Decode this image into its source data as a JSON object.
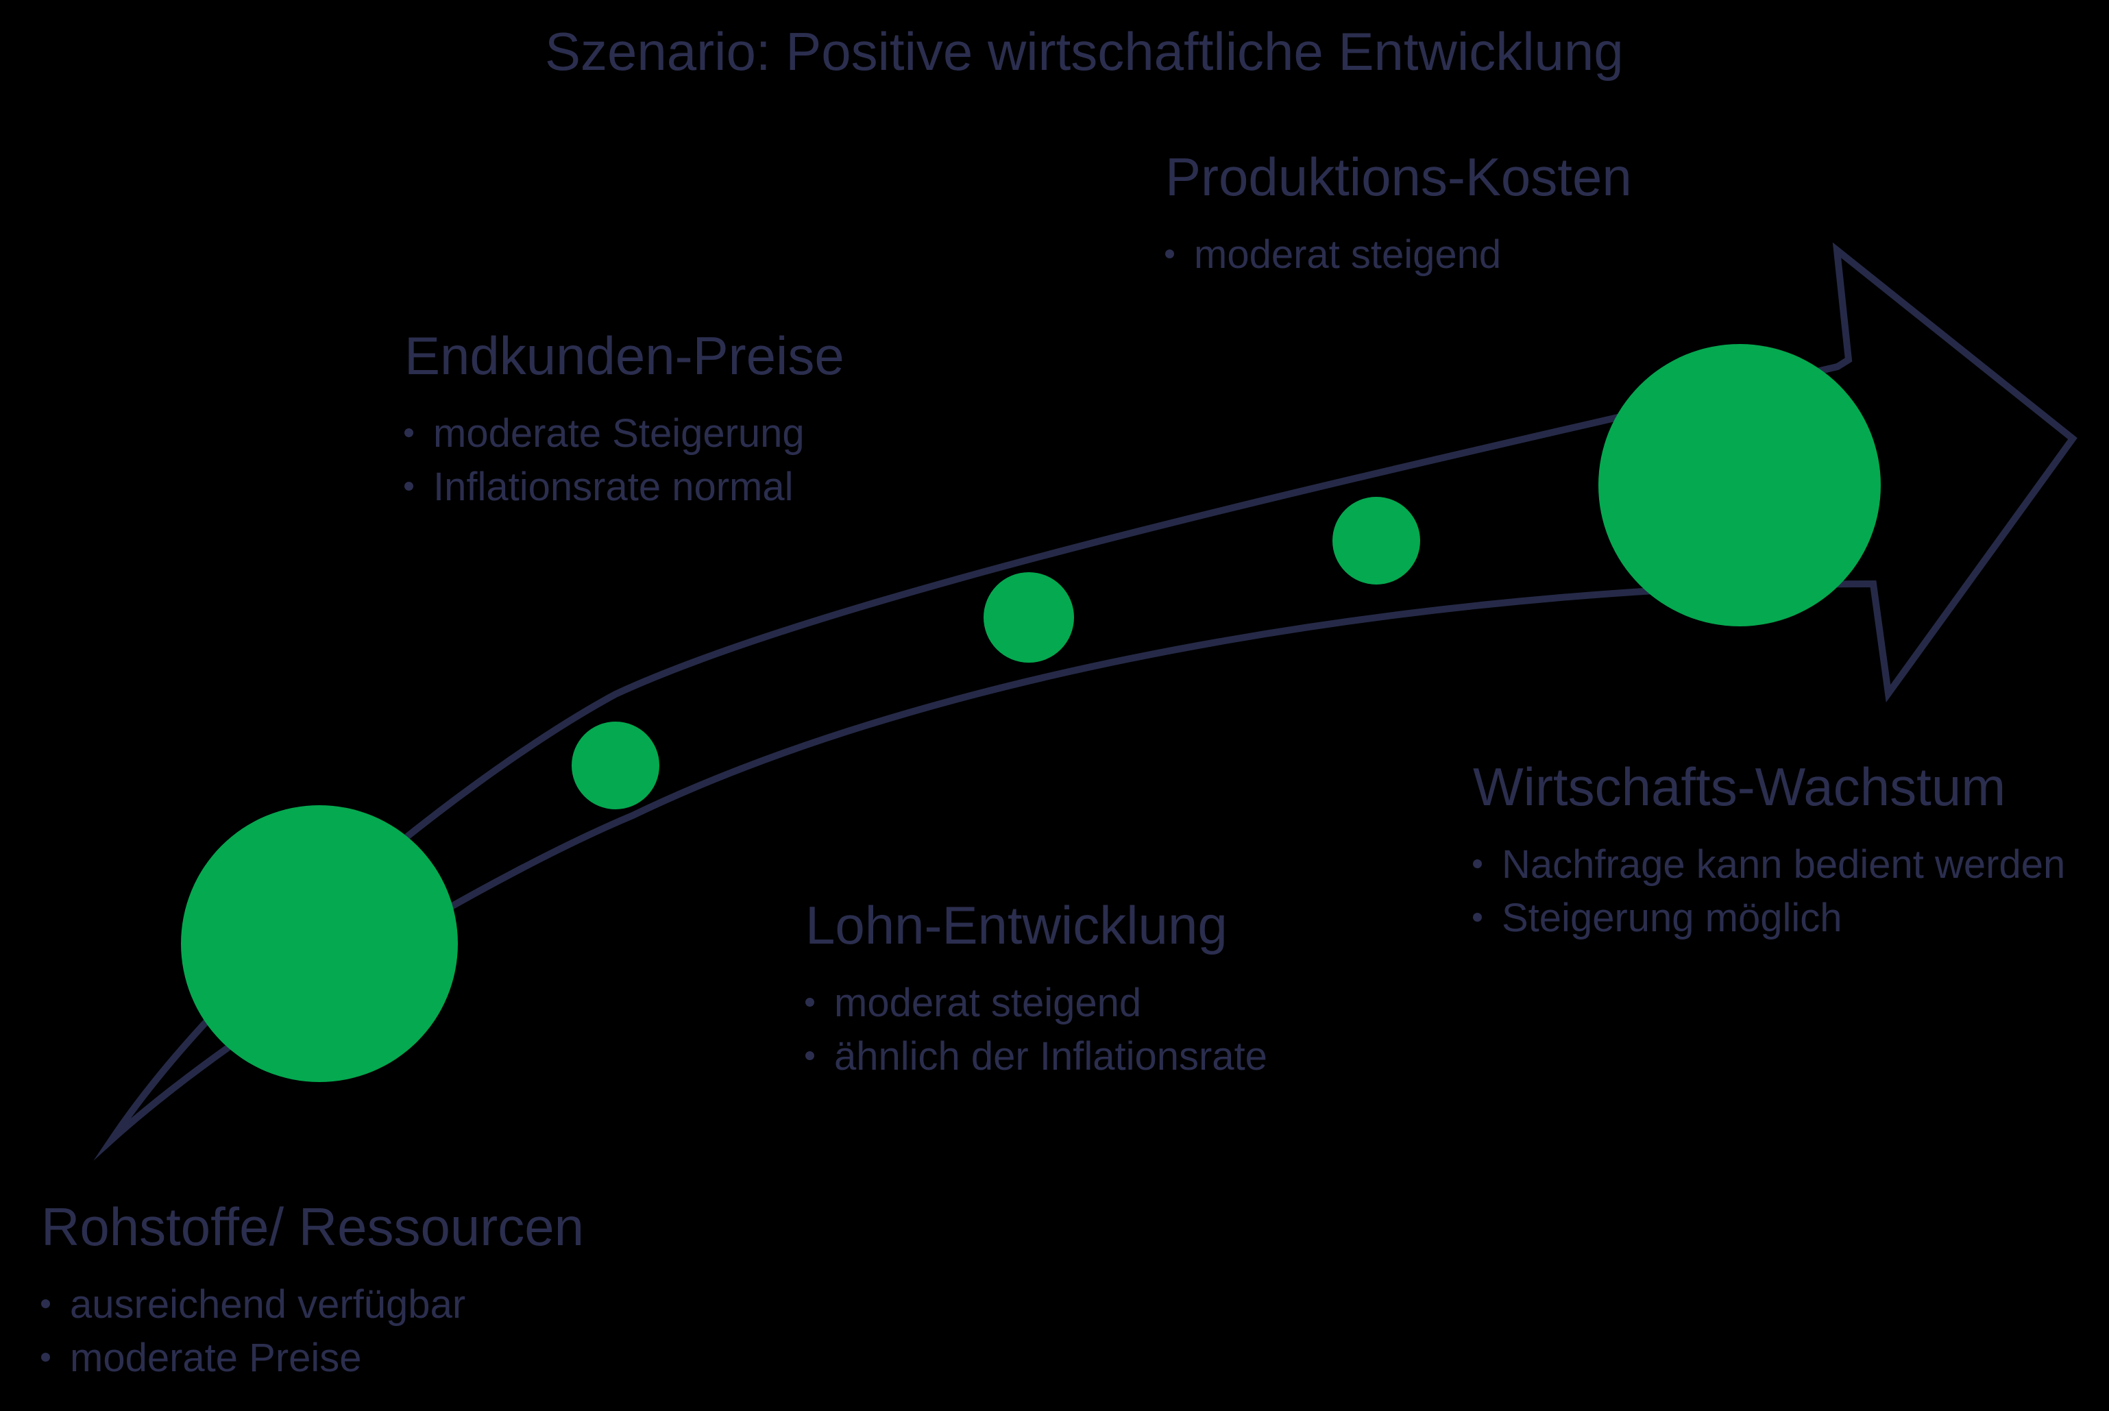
{
  "title": "Szenario: Positive wirtschaftliche Entwicklung",
  "colors": {
    "background": "#000000",
    "navy": "#262a48",
    "text": "#2b2e4e",
    "green": "#05a950"
  },
  "diagram": {
    "kind": "growth-arrow",
    "milestone_count": 5,
    "direction": "bottom-left to top-right"
  },
  "nodes": [
    {
      "id": "rohstoffe",
      "heading": "Rohstoffe/ Ressourcen",
      "bullets": [
        "ausreichend verfügbar",
        "moderate Preise"
      ]
    },
    {
      "id": "endkunden",
      "heading": "Endkunden-Preise",
      "bullets": [
        "moderate Steigerung",
        "Inflationsrate normal"
      ]
    },
    {
      "id": "lohn",
      "heading": "Lohn-Entwicklung",
      "bullets": [
        "moderat steigend",
        "ähnlich der Inflationsrate"
      ]
    },
    {
      "id": "produktion",
      "heading": "Produktions-Kosten",
      "bullets": [
        "moderat steigend"
      ]
    },
    {
      "id": "wachstum",
      "heading": "Wirtschafts-Wachstum",
      "bullets": [
        "Nachfrage kann bedient werden",
        "Steigerung möglich"
      ]
    }
  ]
}
